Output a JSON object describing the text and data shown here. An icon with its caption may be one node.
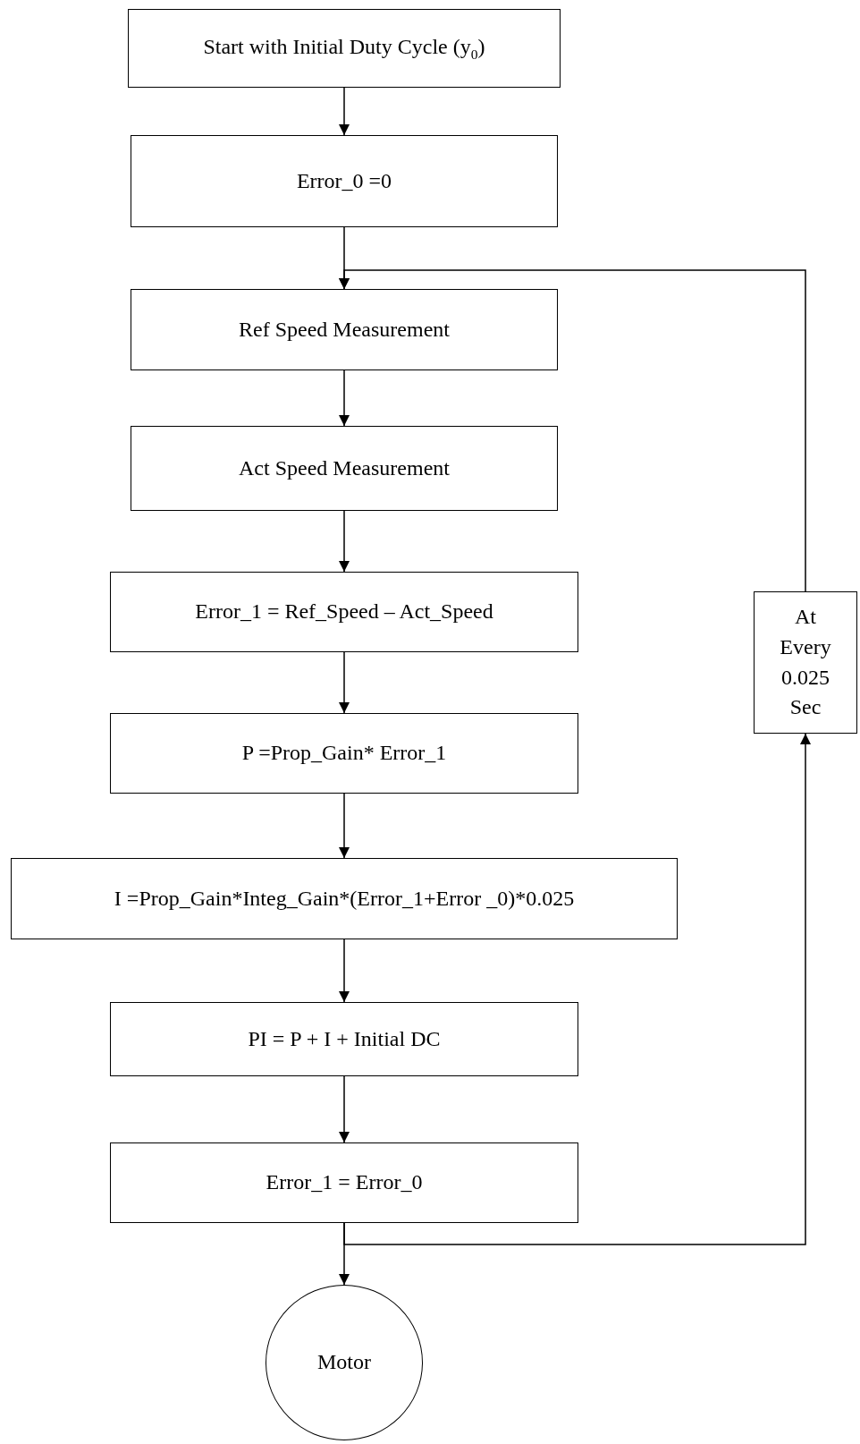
{
  "diagram": {
    "nodes": [
      {
        "text": [
          "Start with Initial Duty Cycle (y$_{0}$)"
        ]
      },
      {
        "text": [
          "Error_0 =0"
        ]
      },
      {
        "text": [
          "Ref Speed Measurement"
        ]
      },
      {
        "text": [
          "Act Speed Measurement"
        ]
      },
      {
        "text": [
          "Error_1 = Ref_Speed – Act_Speed"
        ]
      },
      {
        "text": [
          "P =Prop_Gain* Error_1"
        ]
      },
      {
        "text": [
          "I =Prop_Gain*Integ_Gain*(Error_1+Error _0)*0.025"
        ]
      },
      {
        "text": [
          "PI = P + I + Initial DC"
        ]
      },
      {
        "text": [
          "Error_1 = Error_0"
        ]
      },
      {
        "text": [
          "Motor"
        ]
      },
      {
        "text": [
          "At Every 0.025 Sec"
        ]
      }
    ],
    "edges": [
      {
        "from": 0,
        "to": 1,
        "arrow": "to"
      },
      {
        "from": 1,
        "to": 2,
        "arrow": "to"
      },
      {
        "from": 10,
        "to": 2,
        "arrow": "to"
      },
      {
        "from": 2,
        "to": 3,
        "arrow": "to"
      },
      {
        "from": 3,
        "to": 4,
        "arrow": "to"
      },
      {
        "from": 4,
        "to": 5,
        "arrow": "to"
      },
      {
        "from": 5,
        "to": 6,
        "arrow": "to"
      },
      {
        "from": 6,
        "to": 7,
        "arrow": "to"
      },
      {
        "from": 7,
        "to": 8,
        "arrow": "to"
      },
      {
        "from": 8,
        "to": 9,
        "arrow": "to"
      },
      {
        "from": 8,
        "to": 10,
        "arrow": "to"
      }
    ]
  }
}
